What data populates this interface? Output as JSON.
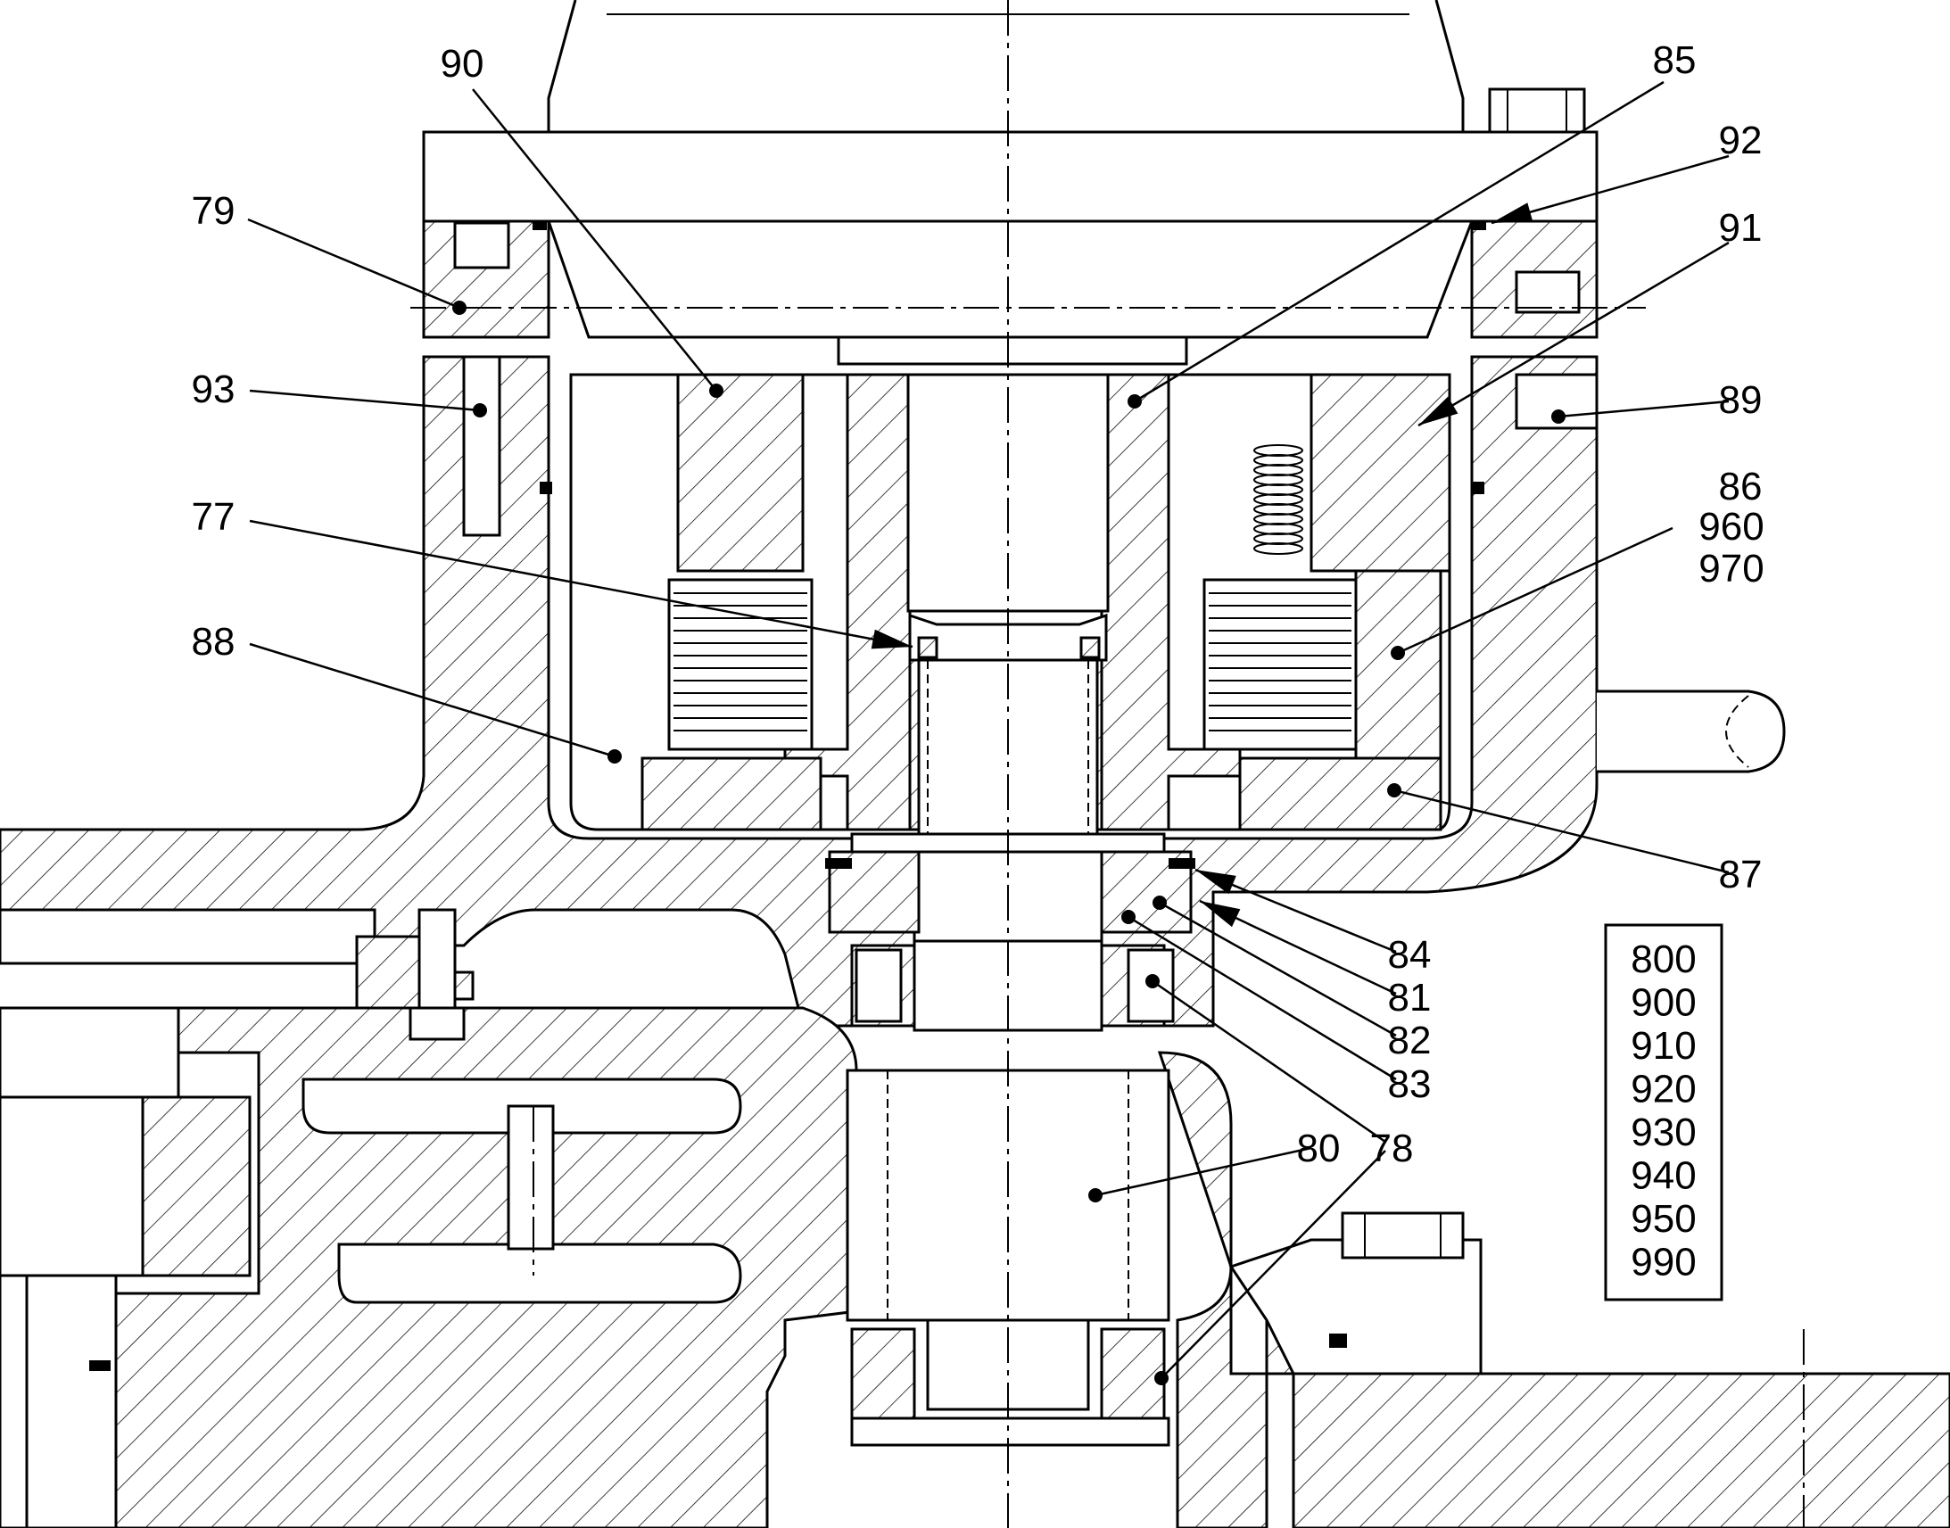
{
  "drawing": {
    "callouts": [
      {
        "id": "c90",
        "text": "90"
      },
      {
        "id": "c85",
        "text": "85"
      },
      {
        "id": "c92",
        "text": "92"
      },
      {
        "id": "c79",
        "text": "79"
      },
      {
        "id": "c91",
        "text": "91"
      },
      {
        "id": "c93",
        "text": "93"
      },
      {
        "id": "c89",
        "text": "89"
      },
      {
        "id": "c86",
        "text": "86"
      },
      {
        "id": "c960",
        "text": "960"
      },
      {
        "id": "c970",
        "text": "970"
      },
      {
        "id": "c77",
        "text": "77"
      },
      {
        "id": "c88",
        "text": "88"
      },
      {
        "id": "c87",
        "text": "87"
      },
      {
        "id": "c84",
        "text": "84"
      },
      {
        "id": "c81",
        "text": "81"
      },
      {
        "id": "c82",
        "text": "82"
      },
      {
        "id": "c83",
        "text": "83"
      },
      {
        "id": "c80",
        "text": "80"
      },
      {
        "id": "c78",
        "text": "78"
      }
    ],
    "parts_box": [
      "800",
      "900",
      "910",
      "920",
      "930",
      "940",
      "950",
      "990"
    ]
  }
}
